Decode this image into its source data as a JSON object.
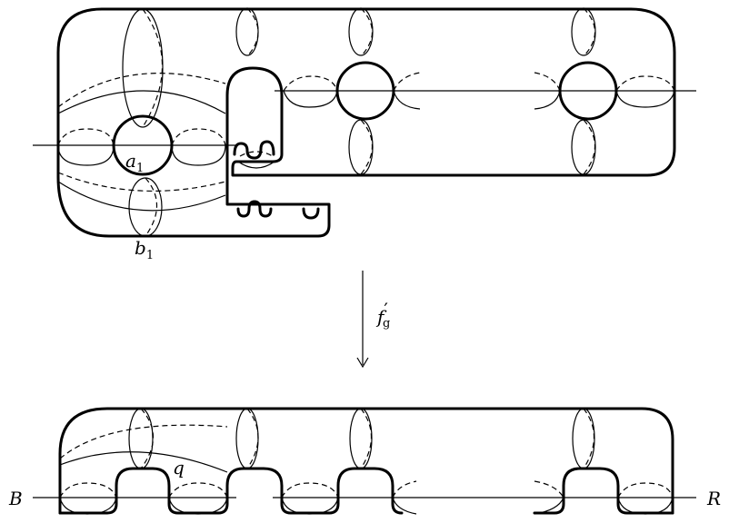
{
  "labels": {
    "a1_main": "a",
    "a1_sub": "1",
    "b1_main": "b",
    "b1_sub": "1",
    "map_main": "f",
    "map_prime": "′",
    "map_sub": "g",
    "q": "q",
    "B": "B",
    "R": "R"
  }
}
